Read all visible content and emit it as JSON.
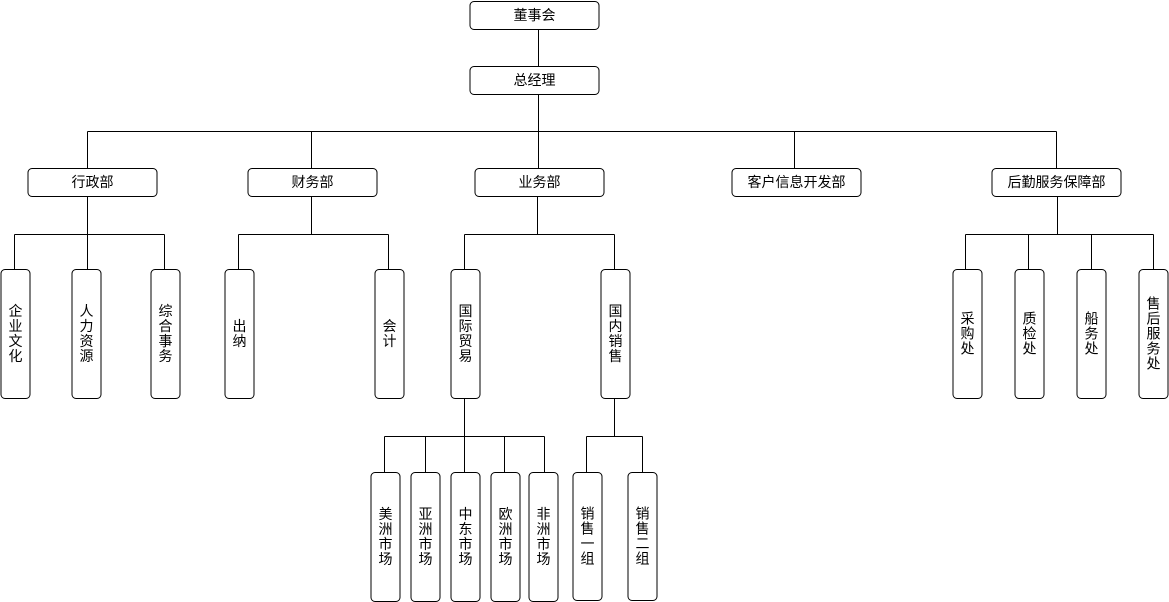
{
  "colors": {
    "line": "#000000",
    "box_fill": "#ffffff",
    "text": "#000000"
  },
  "org": {
    "board": "董事会",
    "general_manager": "总经理",
    "departments": {
      "admin": "行政部",
      "finance": "财务部",
      "business": "业务部",
      "client_info": "客户信息开发部",
      "logistics": "后勤服务保障部"
    },
    "admin_units": {
      "culture": "企业文化",
      "hr": "人力资源",
      "general_affairs": "综合事务"
    },
    "finance_units": {
      "cashier": "出纳",
      "accounting": "会计"
    },
    "business_units": {
      "intl_trade": "国际贸易",
      "domestic_sales": "国内销售"
    },
    "markets": {
      "americas": "美洲市场",
      "asia": "亚洲市场",
      "middle_east": "中东市场",
      "europe": "欧洲市场",
      "africa": "非洲市场"
    },
    "sales_groups": {
      "group_one": "销售一组",
      "group_two": "销售二组"
    },
    "logistics_units": {
      "procurement": "采购处",
      "quality": "质检处",
      "shipping": "船务处",
      "after_sales": "售后服务处"
    }
  }
}
